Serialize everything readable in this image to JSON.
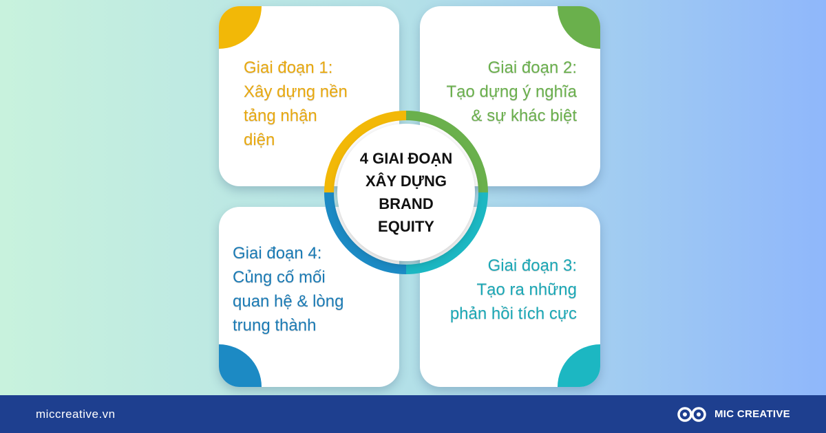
{
  "stages": [
    {
      "text": "Giai đoạn 1:\nXây dựng nền\ntảng nhận\ndiện",
      "color": "#f2b807"
    },
    {
      "text": "Giai đoạn 2:\nTạo dựng ý nghĩa\n& sự khác biệt",
      "color": "#6ab04c"
    },
    {
      "text": "Giai đoạn 3:\nTạo ra những\nphản hồi tích cực",
      "color": "#1cb7c2"
    },
    {
      "text": "Giai đoạn 4:\nCủng cố mối\nquan hệ & lòng\ntrung thành",
      "color": "#1c8ac4"
    }
  ],
  "center": {
    "title": "4 GIAI ĐOẠN\nXÂY DỰNG\nBRAND\nEQUITY"
  },
  "footer": {
    "website": "miccreative.vn",
    "brand": "MIC CREATIVE",
    "logo_icon": "infinity-knot-icon"
  }
}
